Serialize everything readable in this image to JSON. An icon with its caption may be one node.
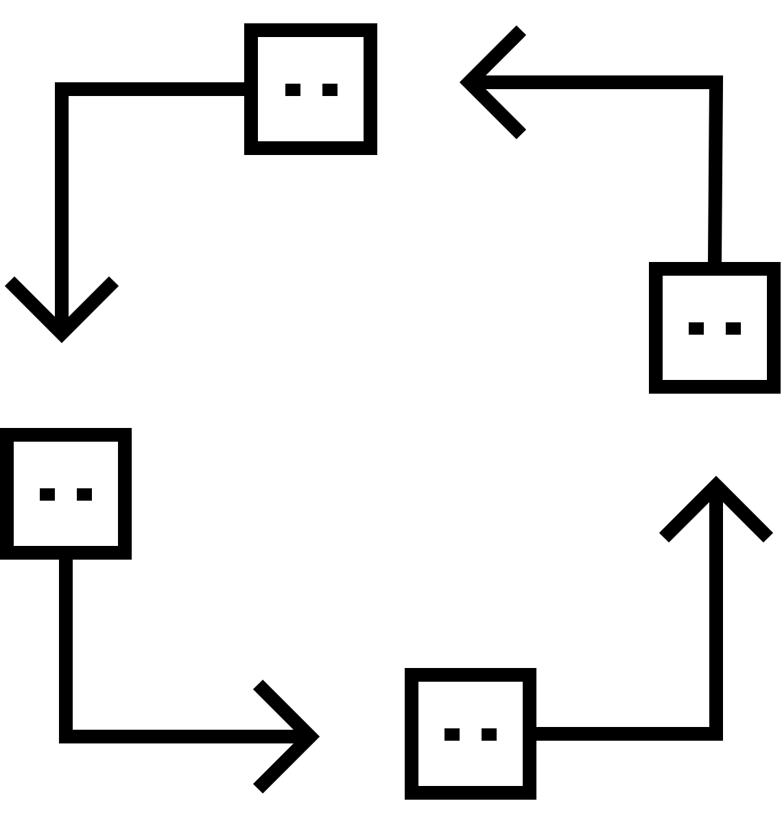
{
  "diagram": {
    "nodes": [
      {
        "text": [],
        "shape": "box"
      },
      {
        "text": [],
        "shape": "box"
      },
      {
        "text": [],
        "shape": "box"
      },
      {
        "text": [],
        "shape": "box"
      }
    ],
    "edges": [
      {
        "from": 0,
        "to": null,
        "arrow": "to"
      },
      {
        "from": 2,
        "to": null,
        "arrow": "to"
      },
      {
        "from": 3,
        "to": null,
        "arrow": "to"
      },
      {
        "from": 1,
        "to": null,
        "arrow": "to"
      }
    ]
  }
}
